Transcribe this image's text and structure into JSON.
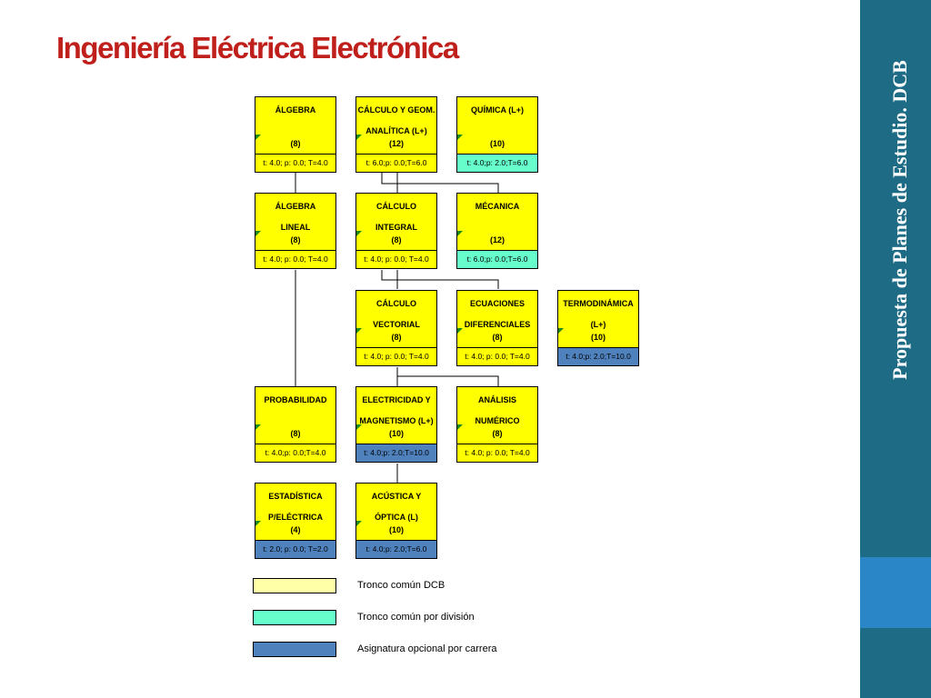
{
  "slide": {
    "title": "Ingeniería Eléctrica Electrónica",
    "side_title": "Propuesta de Planes de Estudio. DCB"
  },
  "colors": {
    "title": "#c0201c",
    "side_bar": "#1e6b86",
    "side_accent": "#2b86c8",
    "course": "#ffff00",
    "tronco_dcb": "#ffffa8",
    "tronco_division": "#66ffcc",
    "optativa": "#4f81bd"
  },
  "courses": [
    {
      "id": "algebra",
      "l1": "ÁLGEBRA",
      "l2": "",
      "l3": "(8)",
      "hours": "t: 4.0; p: 0.0; T=4.0",
      "type": "dcb"
    },
    {
      "id": "calculo-geom",
      "l1": "CÁLCULO Y GEOM.",
      "l2": "ANALÍTICA (L+)",
      "l3": "(12)",
      "hours": "t: 6.0;p: 0.0;T=6.0",
      "type": "dcb"
    },
    {
      "id": "quimica",
      "l1": "QUÍMICA (L+)",
      "l2": "",
      "l3": "(10)",
      "hours": "t: 4.0;p: 2.0;T=6.0",
      "type": "div"
    },
    {
      "id": "algebra-lineal",
      "l1": "ÁLGEBRA",
      "l2": "LINEAL",
      "l3": "(8)",
      "hours": "t: 4.0; p: 0.0; T=4.0",
      "type": "dcb"
    },
    {
      "id": "calculo-integral",
      "l1": "CÁLCULO",
      "l2": "INTEGRAL",
      "l3": "(8)",
      "hours": "t: 4.0; p: 0.0; T=4.0",
      "type": "dcb"
    },
    {
      "id": "mecanica",
      "l1": "MÉCANICA",
      "l2": "",
      "l3": "(12)",
      "hours": "t: 6.0;p: 0.0;T=6.0",
      "type": "div"
    },
    {
      "id": "calculo-vectorial",
      "l1": "CÁLCULO",
      "l2": "VECTORIAL",
      "l3": "(8)",
      "hours": "t: 4.0; p: 0.0; T=4.0",
      "type": "dcb"
    },
    {
      "id": "ecuaciones",
      "l1": "ECUACIONES",
      "l2": "DIFERENCIALES",
      "l3": "(8)",
      "hours": "t: 4.0; p: 0.0; T=4.0",
      "type": "dcb"
    },
    {
      "id": "termodinamica",
      "l1": "TERMODINÁMICA",
      "l2": "(L+)",
      "l3": "(10)",
      "hours": "t: 4.0;p: 2.0;T=10.0",
      "type": "opt"
    },
    {
      "id": "probabilidad",
      "l1": "PROBABILIDAD",
      "l2": "",
      "l3": "(8)",
      "hours": "t: 4.0;p: 0.0;T=4.0",
      "type": "dcb"
    },
    {
      "id": "electricidad",
      "l1": "ELECTRICIDAD Y",
      "l2": "MAGNETISMO (L+)",
      "l3": "(10)",
      "hours": "t: 4.0;p: 2.0;T=10.0",
      "type": "opt"
    },
    {
      "id": "analisis",
      "l1": "ANÁLISIS",
      "l2": "NUMÉRICO",
      "l3": "(8)",
      "hours": "t: 4.0; p: 0.0; T=4.0",
      "type": "dcb"
    },
    {
      "id": "estadistica",
      "l1": "ESTADÍSTICA",
      "l2": "P/ELÉCTRICA",
      "l3": "(4)",
      "hours": "t: 2.0; p: 0.0; T=2.0",
      "type": "opt"
    },
    {
      "id": "acustica",
      "l1": "ACÚSTICA Y",
      "l2": "ÓPTICA   (L)",
      "l3": "(10)",
      "hours": "t: 4.0;p: 2.0;T=6.0",
      "type": "opt"
    }
  ],
  "legend": [
    {
      "label": "Tronco común DCB",
      "color": "#ffffa8"
    },
    {
      "label": "Tronco común por división",
      "color": "#66ffcc"
    },
    {
      "label": "Asignatura opcional por carrera",
      "color": "#4f81bd"
    }
  ]
}
